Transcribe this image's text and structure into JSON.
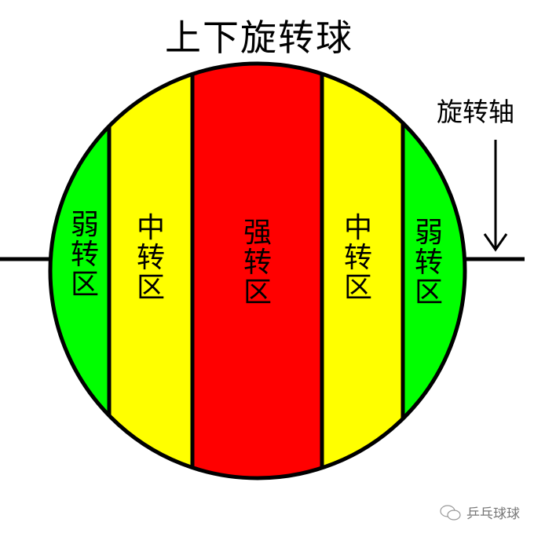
{
  "title": "上下旋转球",
  "axis_label": "旋转轴",
  "zones": [
    {
      "id": "weak-left",
      "label": "弱转区",
      "chars": [
        "弱",
        "转",
        "区"
      ],
      "color": "#00ff00"
    },
    {
      "id": "medium-left",
      "label": "中转区",
      "chars": [
        "中",
        "转",
        "区"
      ],
      "color": "#ffff00"
    },
    {
      "id": "strong",
      "label": "强转区",
      "chars": [
        "强",
        "转",
        "区"
      ],
      "color": "#ff0000"
    },
    {
      "id": "medium-right",
      "label": "中转区",
      "chars": [
        "中",
        "转",
        "区"
      ],
      "color": "#ffff00"
    },
    {
      "id": "weak-right",
      "label": "弱转区",
      "chars": [
        "弱",
        "转",
        "区"
      ],
      "color": "#00ff00"
    }
  ],
  "watermark": {
    "icon": "wechat-icon",
    "text": "乒乓球球"
  }
}
